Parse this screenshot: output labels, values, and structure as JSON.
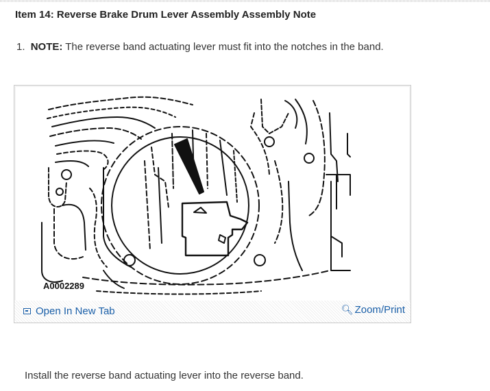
{
  "heading": "Item 14: Reverse Brake Drum Lever Assembly Assembly Note",
  "note": {
    "number": "1.",
    "label": "NOTE:",
    "text": "The reverse band actuating lever must fit into the notches in the band."
  },
  "figure": {
    "drawing_id": "A0002289",
    "open_tab_label": "Open In New Tab",
    "zoom_label": "Zoom/Print",
    "open_tab_icon": "external-link-icon",
    "zoom_icon": "magnifier-icon"
  },
  "instruction": "Install the reverse band actuating lever into the reverse band.",
  "colors": {
    "link": "#1a5fa8",
    "text": "#222222"
  }
}
